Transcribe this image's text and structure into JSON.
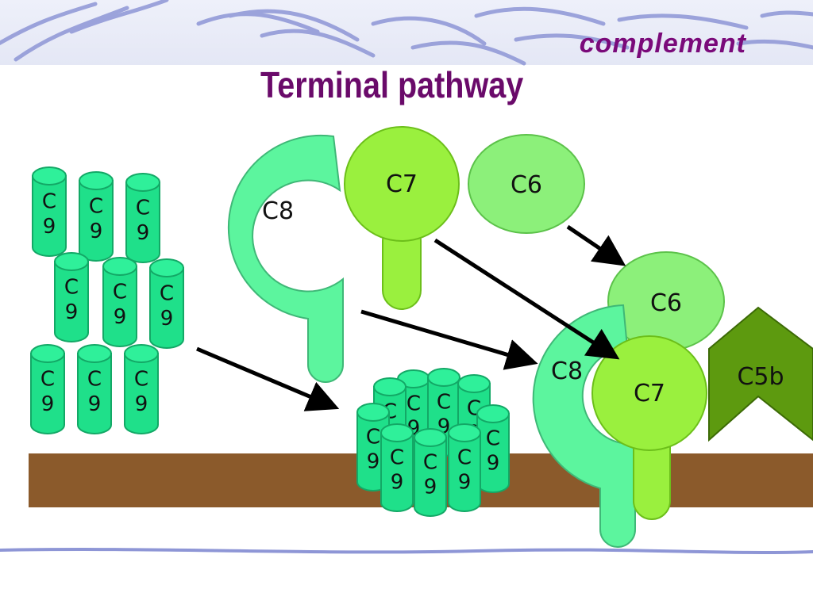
{
  "slide": {
    "section_title": "complement",
    "title": "Terminal pathway"
  },
  "diagram": {
    "labels": {
      "c9_top": "C",
      "c9_bottom": "9",
      "c8": "C8",
      "c7": "C7",
      "c6": "C6",
      "c5b": "C5b"
    }
  },
  "colors": {
    "c9": "#1fe08a",
    "c8": "#5cf59e",
    "c7": "#9af03e",
    "c6": "#8cf07a",
    "c5b": "#5d9a0f",
    "membrane": "#8b5a2b",
    "title": "#6a0a6a",
    "banner_stroke": "#8e96d6"
  }
}
